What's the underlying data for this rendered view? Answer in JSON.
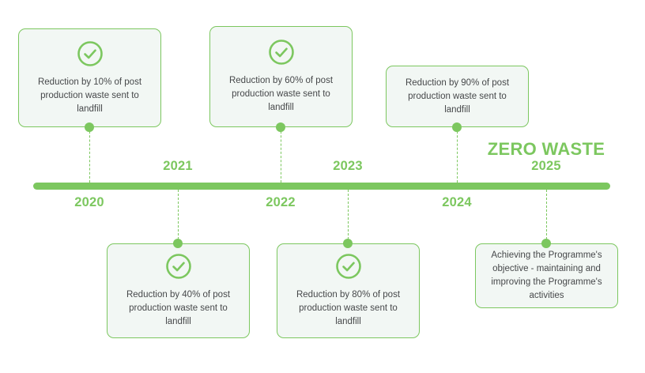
{
  "theme": {
    "accent_green": "#7cc75f",
    "card_fill": "#f2f7f4",
    "card_border": "#7cc75f",
    "body_text": "#46484a",
    "background": "#ffffff"
  },
  "headline": {
    "text": "ZERO WASTE"
  },
  "timeline": {
    "orientation": "horizontal",
    "milestones": [
      {
        "year": "2020",
        "year_position": "below",
        "card_position": "above",
        "icon": "check-circle-icon",
        "has_icon": true,
        "text": "Reduction by 10% of post production waste sent to landfill"
      },
      {
        "year": "2021",
        "year_position": "above",
        "card_position": "below",
        "icon": "check-circle-icon",
        "has_icon": true,
        "text": "Reduction by 40% of post production waste sent to landfill"
      },
      {
        "year": "2022",
        "year_position": "below",
        "card_position": "above",
        "icon": "check-circle-icon",
        "has_icon": true,
        "text": "Reduction by 60% of post production waste sent to landfill"
      },
      {
        "year": "2023",
        "year_position": "above",
        "card_position": "below",
        "icon": "check-circle-icon",
        "has_icon": true,
        "text": "Reduction by 80% of post production waste sent to landfill"
      },
      {
        "year": "2024",
        "year_position": "below",
        "card_position": "above",
        "icon": null,
        "has_icon": false,
        "text": "Reduction by 90% of post production waste sent to landfill"
      },
      {
        "year": "2025",
        "year_position": "above",
        "card_position": "below",
        "icon": null,
        "has_icon": false,
        "text": "Achieving the Programme's objective - maintaining and improving the Programme's activities"
      }
    ]
  }
}
